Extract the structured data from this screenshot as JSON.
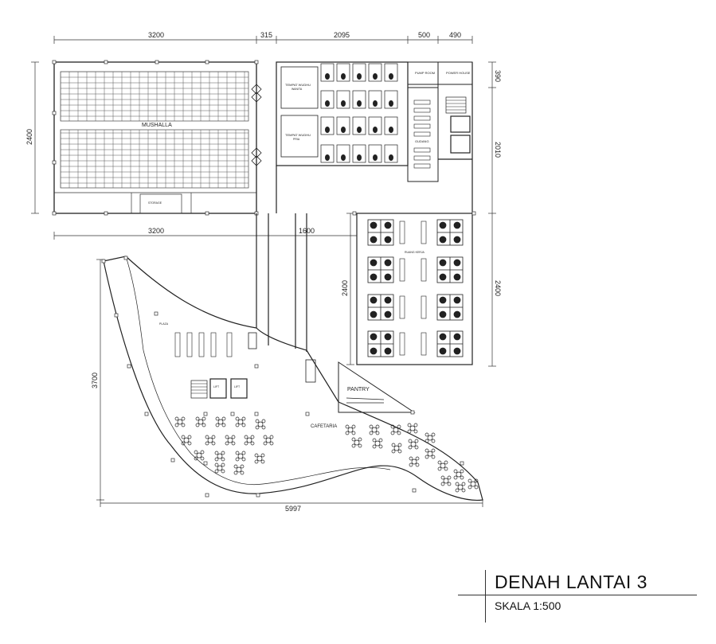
{
  "drawing": {
    "title": "DENAH LANTAI 3",
    "scale": "SKALA 1:500"
  },
  "dimensions": {
    "top": [
      "3200",
      "315",
      "2095",
      "500",
      "490"
    ],
    "left_upper": "2400",
    "middle": [
      "3200",
      "1600"
    ],
    "right": [
      "390",
      "2010",
      "2400"
    ],
    "inner_2400": "2400",
    "left_lower": "3700",
    "bottom": "5997"
  },
  "rooms": {
    "mushalla": "MUSHALLA",
    "tempat_wudhu_a": "TEMPAT WUDHU",
    "tempat_wudhu_a_sub": "WANITA",
    "tempat_wudhu_b": "TEMPAT WUDHU",
    "tempat_wudhu_b_sub": "PRIA",
    "gudang": "GUDANG",
    "pump_room": "PUMP ROOM",
    "power_house": "POWER HOUSE",
    "ruang_kerja": "RUANG KERJA",
    "plaza": "PLAZA",
    "lift_1": "LIFT",
    "lift_2": "LIFT",
    "pantry": "PANTRY",
    "cafetaria": "CAFETARIA",
    "storage": "STORAGE"
  }
}
